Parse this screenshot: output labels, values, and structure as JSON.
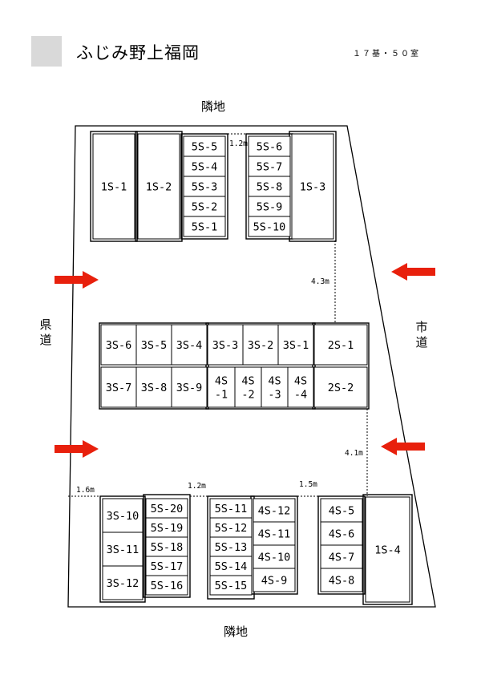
{
  "header": {
    "title": "ふじみ野上福岡",
    "summary": "１７基・５０室"
  },
  "neighbors": {
    "top": "隣地",
    "bottom": "隣地"
  },
  "roads": {
    "left": "県道",
    "right": "市道"
  },
  "dimensions": [
    "1.2m",
    "4.3m",
    "4.1m",
    "1.6m",
    "1.2m",
    "1.5m"
  ],
  "units": [
    "1S-1",
    "1S-2",
    "5S-5",
    "5S-4",
    "5S-3",
    "5S-2",
    "5S-1",
    "5S-6",
    "5S-7",
    "5S-8",
    "5S-9",
    "5S-10",
    "1S-3",
    "3S-6",
    "3S-5",
    "3S-4",
    "3S-3",
    "3S-2",
    "3S-1",
    "2S-1",
    "3S-7",
    "3S-8",
    "3S-9",
    "4S\n-1",
    "4S\n-2",
    "4S\n-3",
    "4S\n-4",
    "2S-2",
    "3S-10",
    "3S-11",
    "3S-12",
    "5S-20",
    "5S-19",
    "5S-18",
    "5S-17",
    "5S-16",
    "5S-11",
    "5S-12",
    "5S-13",
    "5S-14",
    "5S-15",
    "4S-12",
    "4S-11",
    "4S-10",
    "4S-9",
    "4S-5",
    "4S-6",
    "4S-7",
    "4S-8",
    "1S-4"
  ],
  "colors": {
    "arrow": "#e8200c",
    "logo": "#d9d9d9"
  },
  "icons": [
    "entrance-arrow-icon"
  ]
}
